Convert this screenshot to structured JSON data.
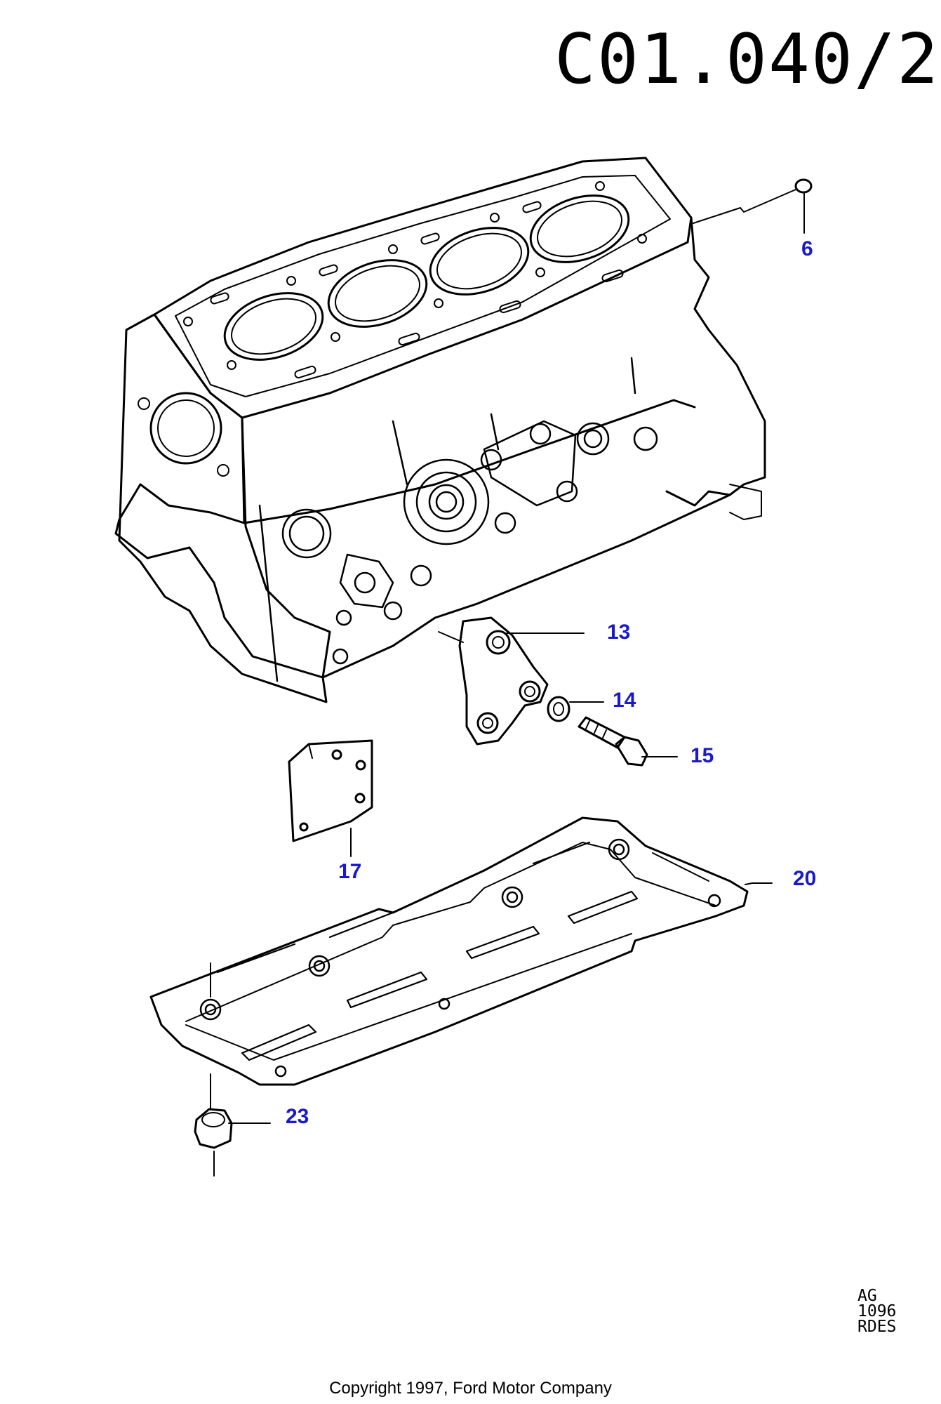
{
  "page_code": "C01.040/2",
  "reference_codes": [
    "AG",
    "1096",
    "RDES"
  ],
  "copyright": "Copyright 1997, Ford Motor Company",
  "callouts": [
    "6",
    "13",
    "14",
    "15",
    "17",
    "20",
    "23"
  ],
  "colors": {
    "callout_text": "#1a1ac8",
    "line_art": "#000000",
    "background": "#ffffff"
  }
}
